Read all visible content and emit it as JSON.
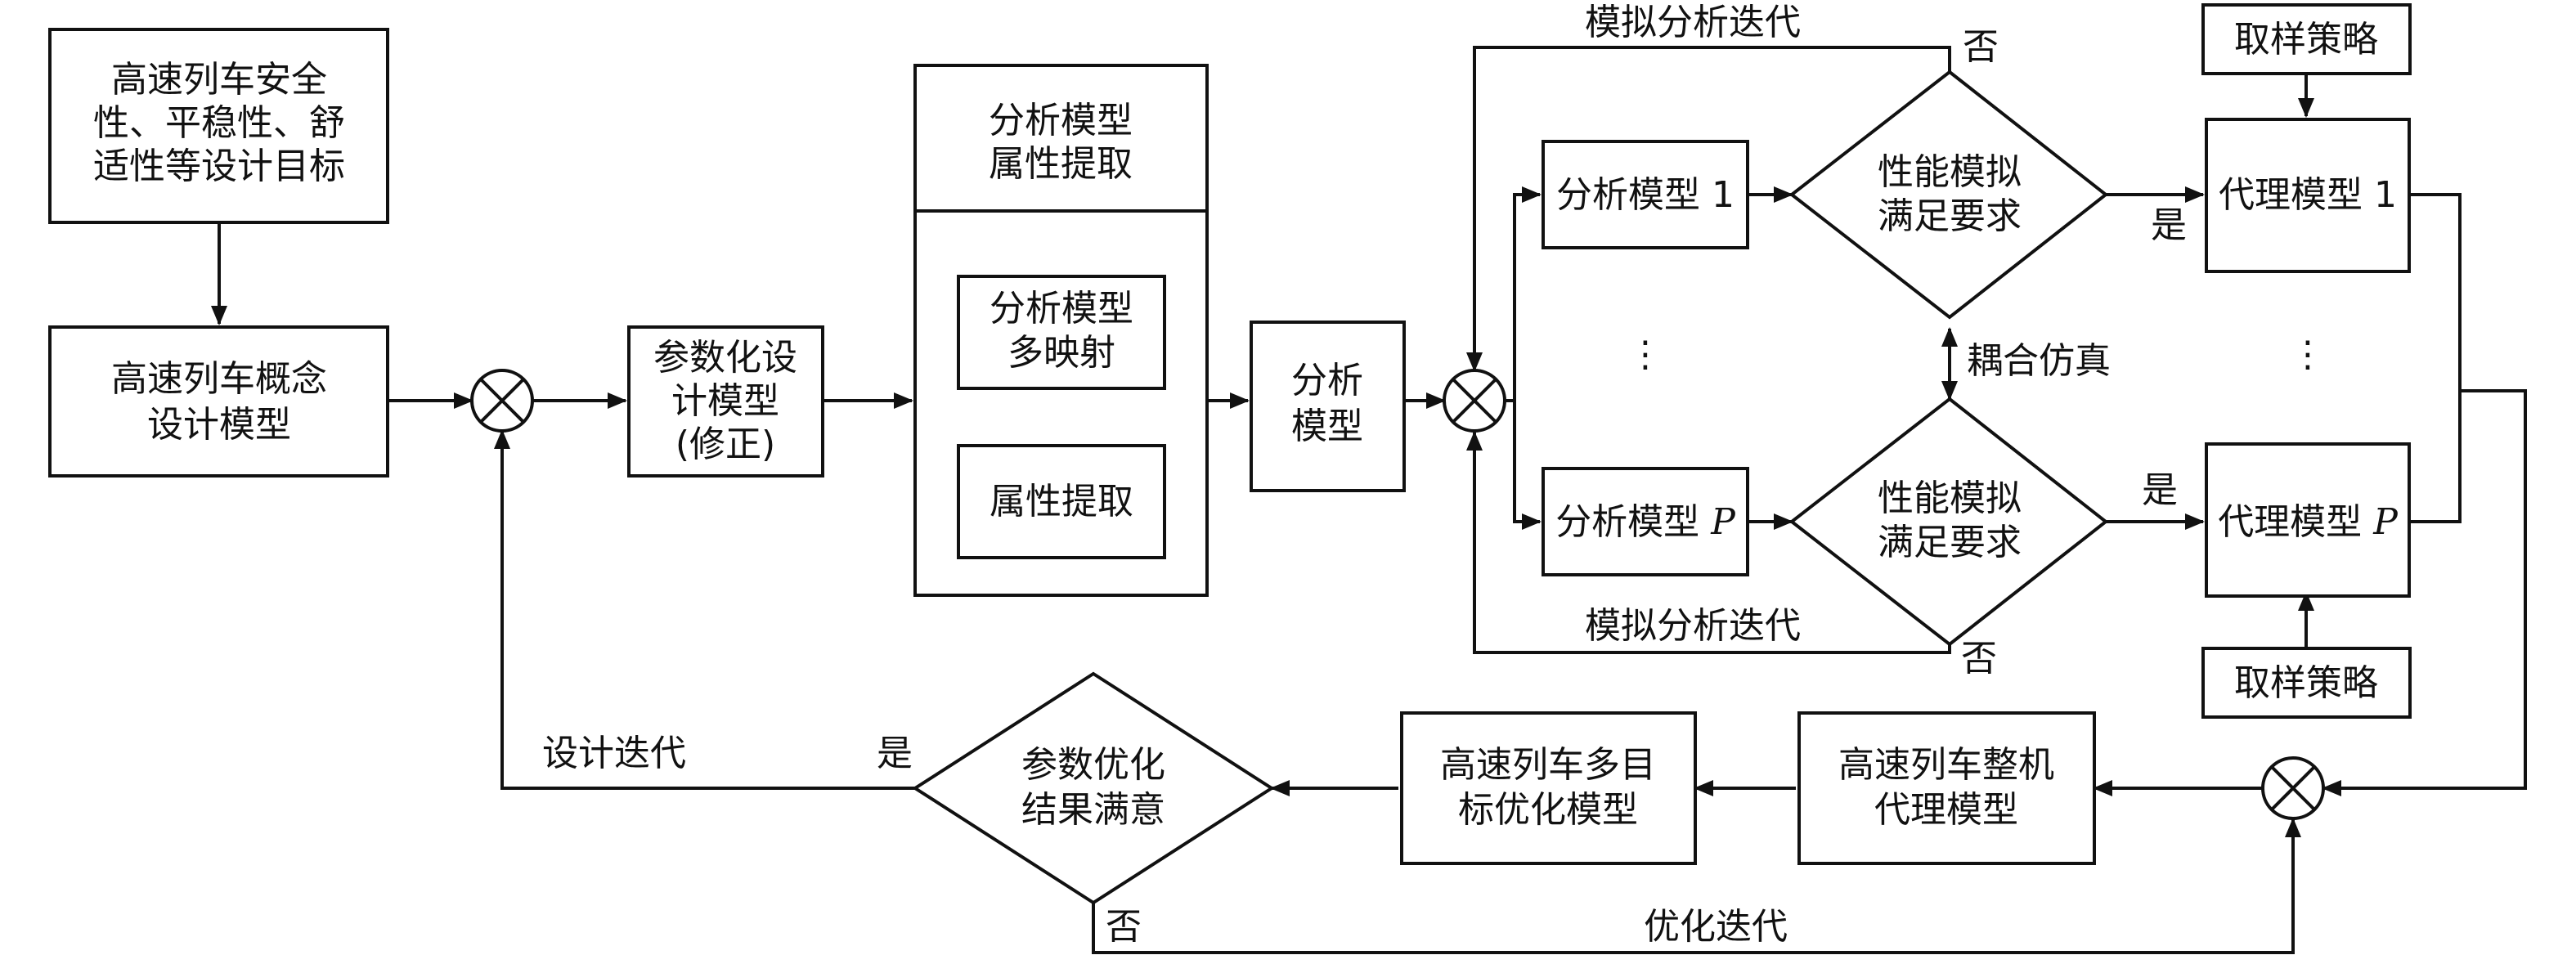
{
  "nodes": {
    "design_goal": [
      "高速列车安全",
      "性、平稳性、舒",
      "适性等设计目标"
    ],
    "concept_model": [
      "高速列车概念",
      "设计模型"
    ],
    "param_model": [
      "参数化设",
      "计模型",
      "(修正)"
    ],
    "attr_outer_title": [
      "分析模型",
      "属性提取"
    ],
    "multi_map": [
      "分析模型",
      "多映射"
    ],
    "attr_extract": [
      "属性提取"
    ],
    "analysis_model": [
      "分析",
      "模型"
    ],
    "am1": "分析模型 1",
    "amP_text": "分析模型 ",
    "amP_var": "P",
    "decision_top": [
      "性能模拟",
      "满足要求"
    ],
    "decision_bottom": [
      "性能模拟",
      "满足要求"
    ],
    "surrogate1": "代理模型 1",
    "surrogateP_text": "代理模型 ",
    "surrogateP_var": "P",
    "sampling_top": "取样策略",
    "sampling_bottom": "取样策略",
    "vehicle_surrogate": [
      "高速列车整机",
      "代理模型"
    ],
    "mo_optimization": [
      "高速列车多目",
      "标优化模型"
    ],
    "param_opt_decision": [
      "参数优化",
      "结果满意"
    ]
  },
  "labels": {
    "sim_iter_top": "模拟分析迭代",
    "sim_iter_bottom": "模拟分析迭代",
    "no_top": "否",
    "no_bottom": "否",
    "yes_top": "是",
    "yes_bottom": "是",
    "coupled_sim": "耦合仿真",
    "design_iter": "设计迭代",
    "yes_left": "是",
    "no_opt": "否",
    "opt_iter": "优化迭代",
    "ellipsis_left": "⋮",
    "ellipsis_right": "⋮"
  }
}
